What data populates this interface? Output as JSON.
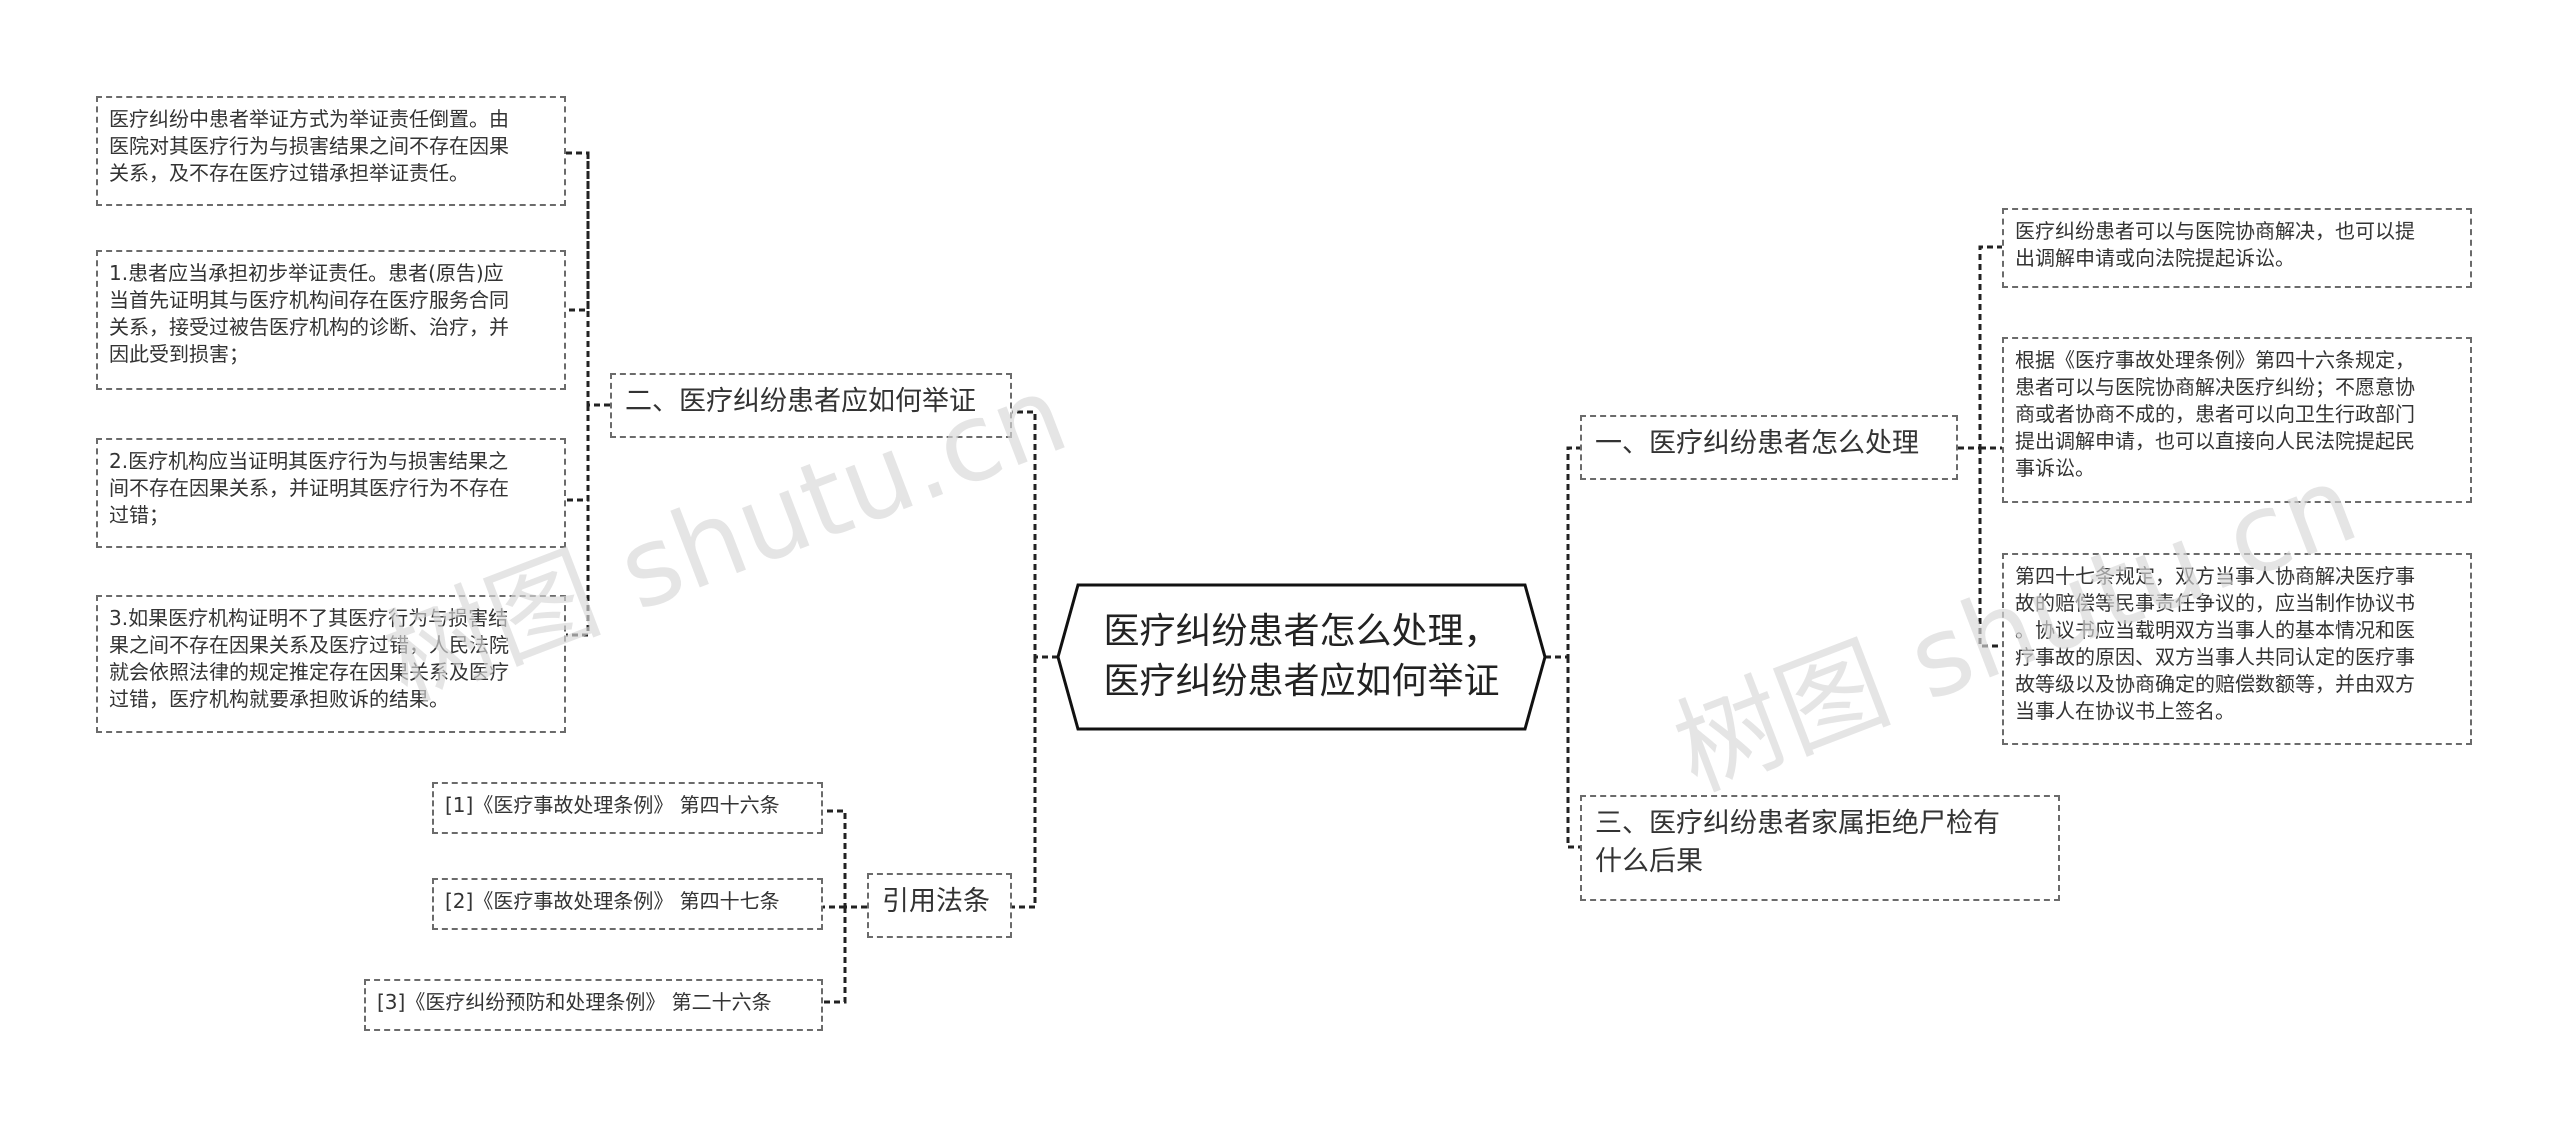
{
  "root": {
    "title": "医疗纠纷患者怎么处理，\n医疗纠纷患者应如何举证"
  },
  "left": {
    "proof": {
      "label": "二、医疗纠纷患者应如何举证",
      "items": [
        "医疗纠纷中患者举证方式为举证责任倒置。由\n医院对其医疗行为与损害结果之间不存在因果\n关系，及不存在医疗过错承担举证责任。",
        "1.患者应当承担初步举证责任。患者(原告)应\n当首先证明其与医疗机构间存在医疗服务合同\n关系，接受过被告医疗机构的诊断、治疗，并\n因此受到损害；",
        "2.医疗机构应当证明其医疗行为与损害结果之\n间不存在因果关系，并证明其医疗行为不存在\n过错；",
        "3.如果医疗机构证明不了其医疗行为与损害结\n果之间不存在因果关系及医疗过错，人民法院\n就会依照法律的规定推定存在因果关系及医疗\n过错，医疗机构就要承担败诉的结果。"
      ]
    },
    "laws": {
      "label": "引用法条",
      "items": [
        "[1]《医疗事故处理条例》 第四十六条",
        "[2]《医疗事故处理条例》 第四十七条",
        "[3]《医疗纠纷预防和处理条例》 第二十六条"
      ]
    }
  },
  "right": {
    "handle": {
      "label": "一、医疗纠纷患者怎么处理",
      "items": [
        "医疗纠纷患者可以与医院协商解决，也可以提\n出调解申请或向法院提起诉讼。",
        "根据《医疗事故处理条例》第四十六条规定，\n患者可以与医院协商解决医疗纠纷；不愿意协\n商或者协商不成的，患者可以向卫生行政部门\n提出调解申请，也可以直接向人民法院提起民\n事诉讼。",
        "第四十七条规定，双方当事人协商解决医疗事\n故的赔偿等民事责任争议的，应当制作协议书\n。协议书应当载明双方当事人的基本情况和医\n疗事故的原因、双方当事人共同认定的医疗事\n故等级以及协商确定的赔偿数额等，并由双方\n当事人在协议书上签名。"
      ]
    },
    "autopsy": {
      "label": "三、医疗纠纷患者家属拒绝尸检有\n什么后果"
    }
  },
  "watermark": {
    "text": "树图 shutu.cn"
  }
}
